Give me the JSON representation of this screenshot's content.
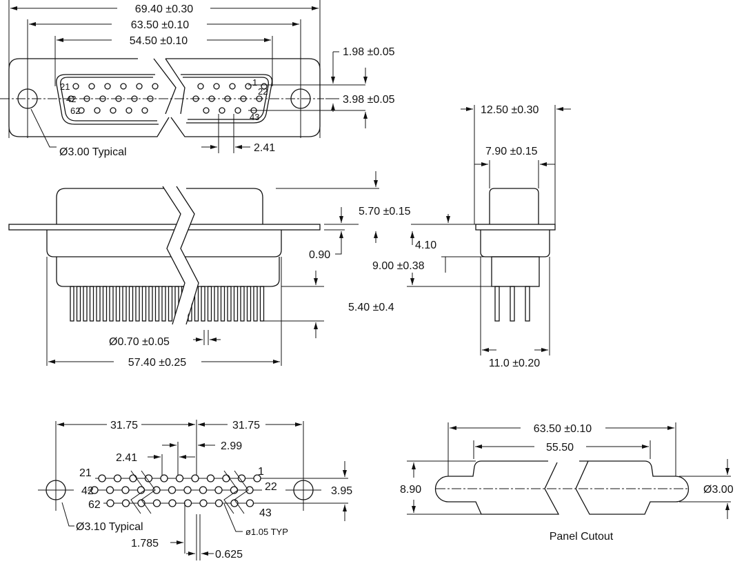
{
  "top_view": {
    "overall_width": "69.40 ±0.30",
    "mount_hole_spacing": "63.50 ±0.10",
    "shell_width": "54.50 ±0.10",
    "row_offset": "1.98 ±0.05",
    "row_span": "3.98 ±0.05",
    "mount_hole_dia": "Ø3.00 Typical",
    "pin_pitch": "2.41",
    "pin_labels": {
      "p21": "21",
      "p42": "42",
      "p62": "62",
      "p1": "1",
      "p22": "22",
      "p43": "43"
    }
  },
  "side_view": {
    "shell_height": "5.70 ±0.15",
    "flange_thickness": "0.90",
    "pin_length": "5.40 ±0.4",
    "pin_dia": "Ø0.70 ±0.05",
    "body_width": "57.40 ±0.25"
  },
  "end_view": {
    "flange_depth": "12.50 ±0.30",
    "shell_depth": "7.90 ±0.15",
    "shell_above_flange": "4.10",
    "body_height": "9.00 ±0.38",
    "body_depth": "11.0 ±0.20"
  },
  "pcb_layout": {
    "left_half": "31.75",
    "right_half": "31.75",
    "row_stagger": "2.99",
    "pin_pitch": "2.41",
    "row_span": "3.95",
    "mount_hole_dia": "Ø3.10 Typical",
    "pin_hole_dia": "ø1.05  TYP",
    "offset_a": "1.785",
    "offset_b": "0.625",
    "pin_labels": {
      "p21": "21",
      "p42": "42",
      "p62": "62",
      "p1": "1",
      "p22": "22",
      "p43": "43"
    }
  },
  "panel_cutout": {
    "hole_spacing": "63.50 ±0.10",
    "opening_width": "55.50",
    "height": "8.90",
    "hole_dia": "Ø3.00",
    "caption": "Panel Cutout"
  }
}
